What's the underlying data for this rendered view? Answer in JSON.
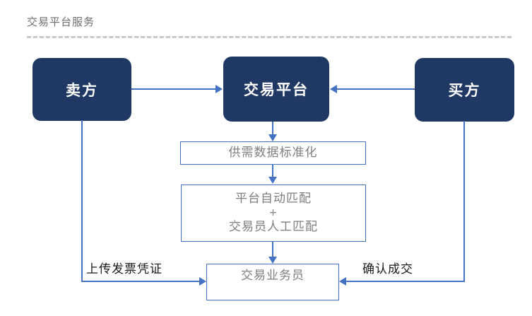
{
  "diagram": {
    "title": "交易平台服务",
    "type": "flowchart",
    "colors": {
      "actor_fill": "#1F3864",
      "actor_text": "#FFFFFF",
      "connector": "#4472C4",
      "process_border": "#4472C4",
      "process_text": "#7F7F7F",
      "title_text": "#6E6E6E",
      "divider": "#C9C9C9",
      "label_text": "#1A1A1A",
      "background": "#FFFFFF"
    },
    "actors": [
      {
        "id": "seller",
        "label": "卖方"
      },
      {
        "id": "platform",
        "label": "交易平台"
      },
      {
        "id": "buyer",
        "label": "买方"
      }
    ],
    "processes": [
      {
        "id": "standardize",
        "label": "供需数据标准化"
      },
      {
        "id": "matching",
        "line1": "平台自动匹配",
        "operator": "+",
        "line2": "交易员人工匹配"
      },
      {
        "id": "operator",
        "label": "交易业务员"
      }
    ],
    "edge_labels": {
      "upload": "上传发票凭证",
      "confirm": "确认成交"
    }
  }
}
